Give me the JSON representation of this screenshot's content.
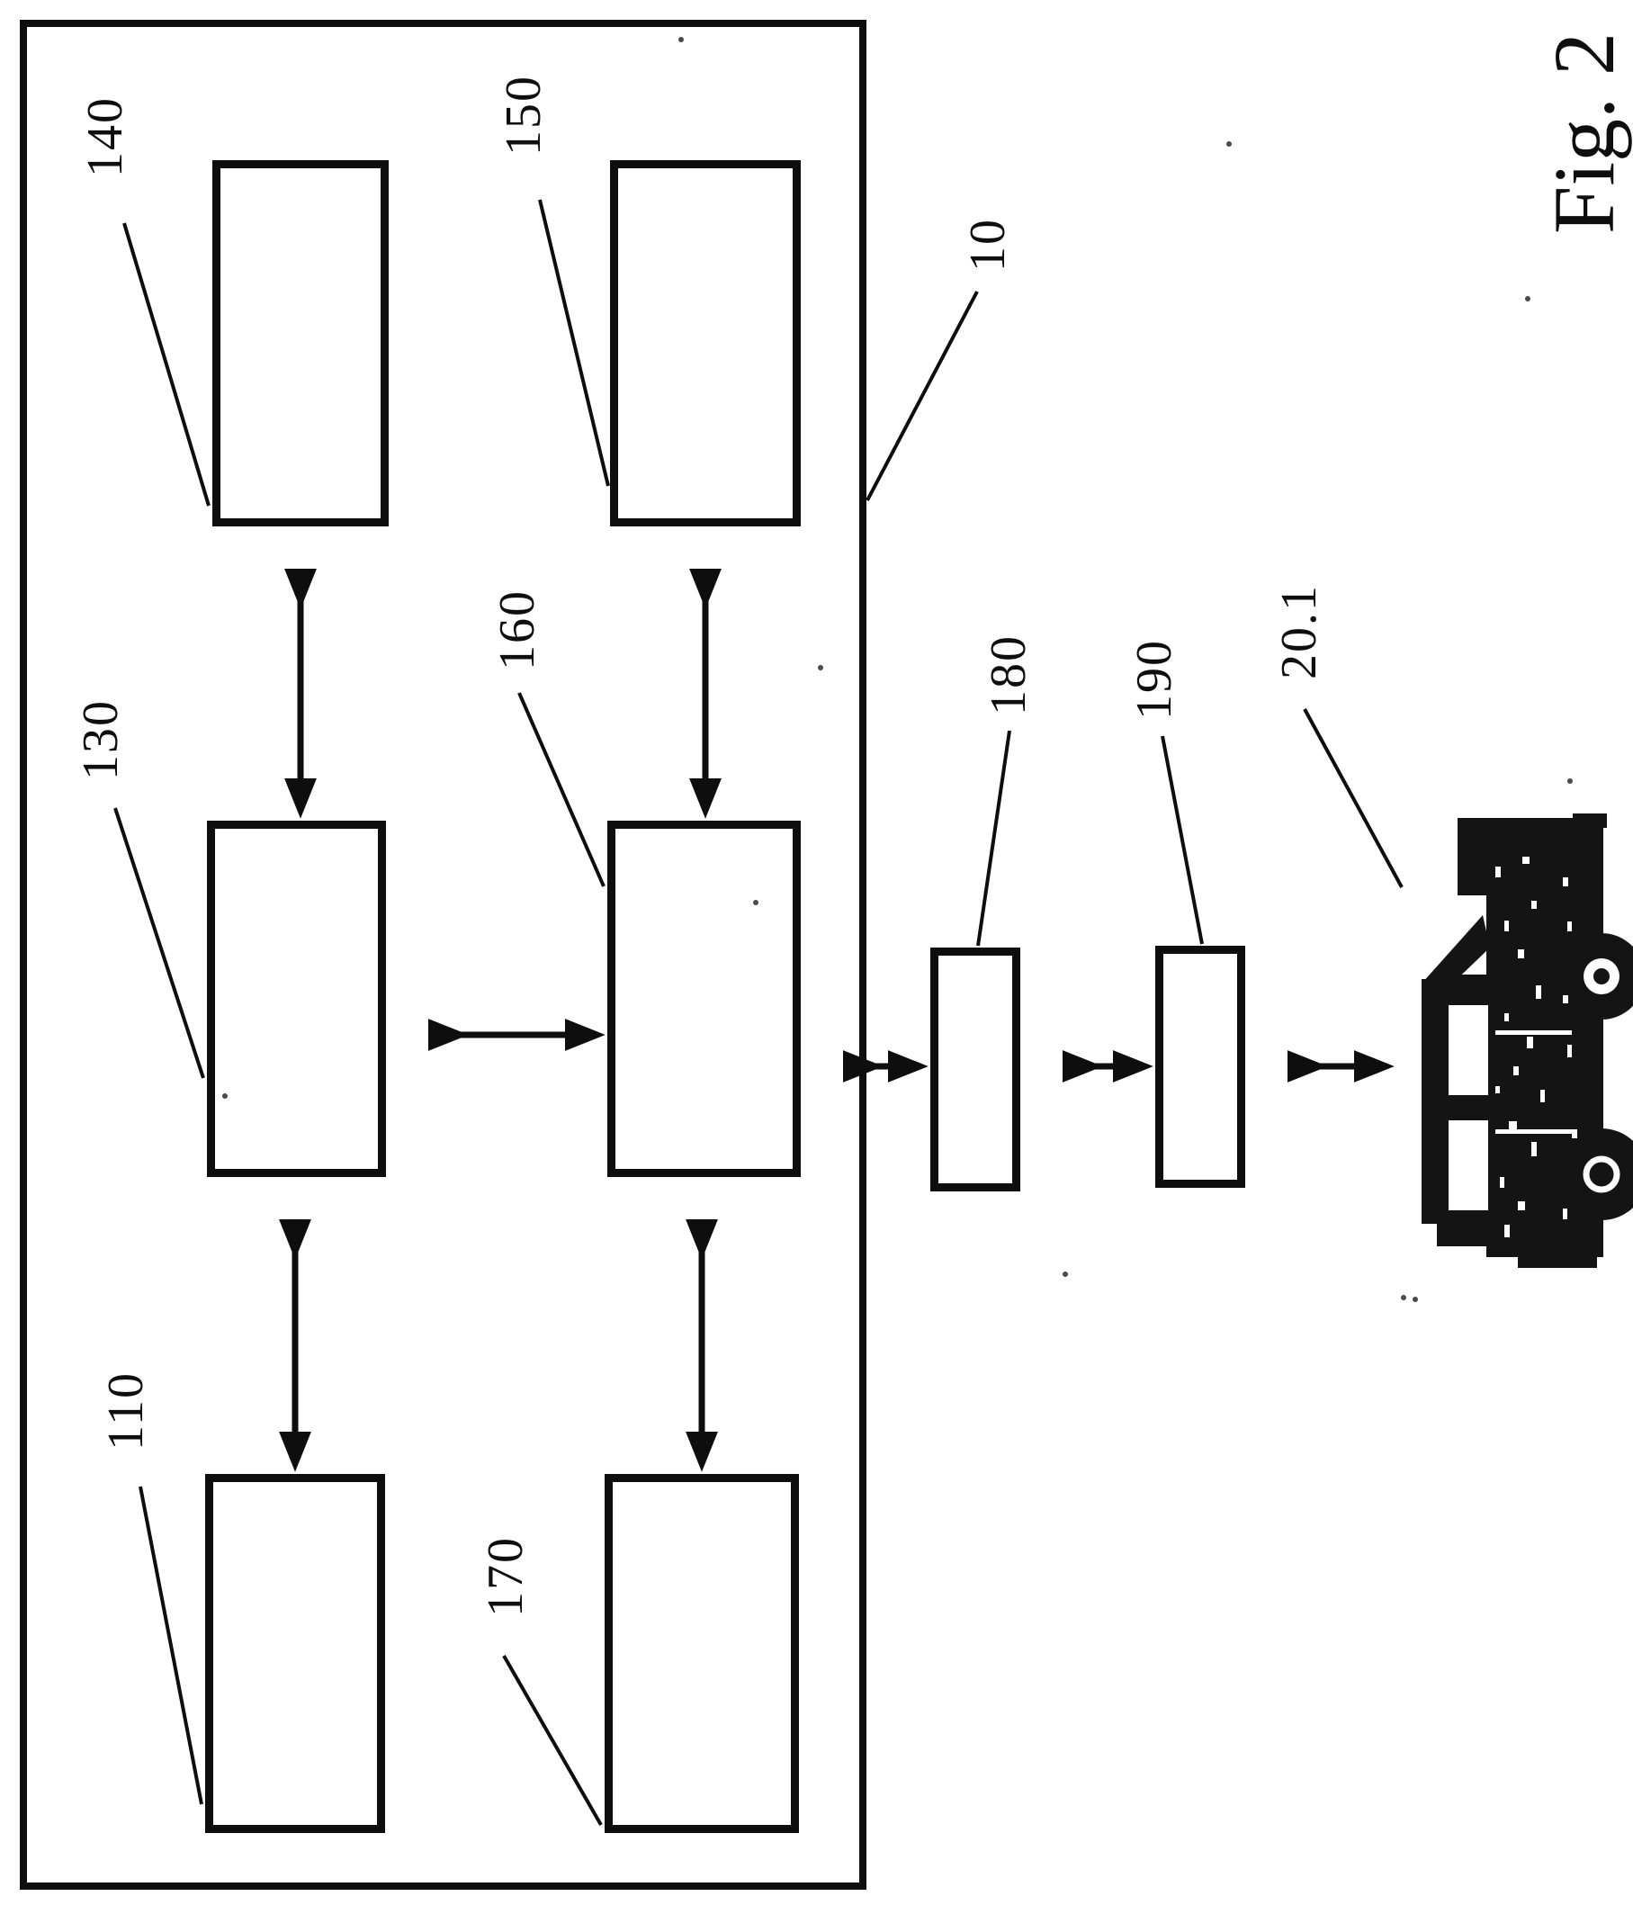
{
  "colors": {
    "ink": "#0e0e0e",
    "paper": "#ffffff"
  },
  "caption": "Fig. 2",
  "reference_labels": {
    "r140": "140",
    "r150": "150",
    "r130": "130",
    "r160": "160",
    "r110": "110",
    "r170": "170",
    "r10": "10",
    "r180": "180",
    "r190": "190",
    "r20_1": "20.1"
  },
  "icons": {
    "vehicle": "pixelated-truck"
  }
}
